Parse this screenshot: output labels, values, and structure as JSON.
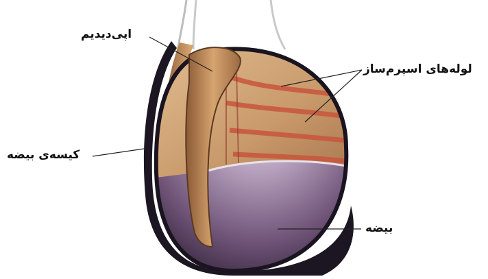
{
  "labels": {
    "epididymis": "اپی‌دیدیم",
    "seminiferous_tubules": "لوله‌های اسپرم‌ساز",
    "scrotum": "کیسه‌ی بیضه",
    "testis": "بیضه"
  },
  "colors": {
    "background": "#ffffff",
    "leader_line": "#222222",
    "scrotum_dark": "#1a1420",
    "tissue_tan": "#c99a6b",
    "tubule_red": "#c8553d",
    "testis_purple": "#6a4e73",
    "testis_highlight": "#d9cde0",
    "cord_gray": "#b7b7b7"
  }
}
